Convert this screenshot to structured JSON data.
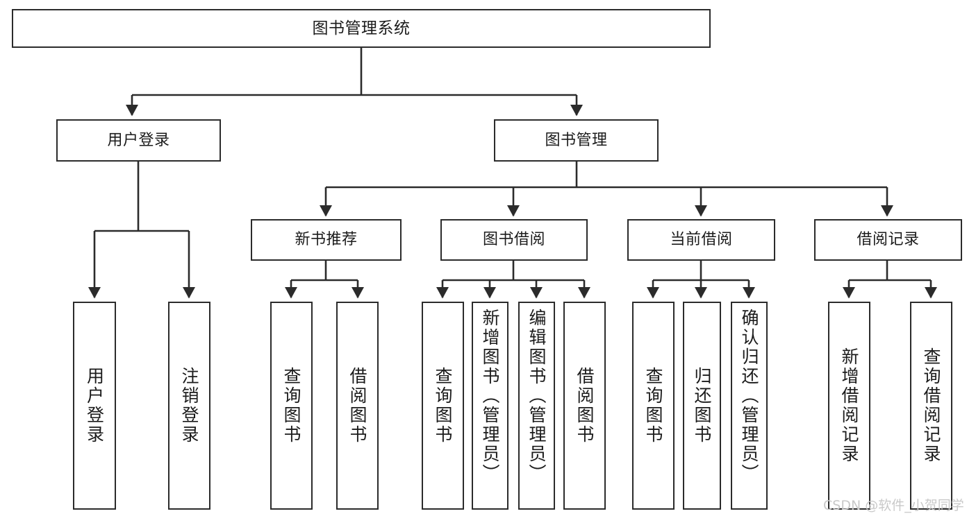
{
  "diagram": {
    "title": "图书管理系统",
    "type": "tree",
    "line_color": "#2b2b2b",
    "box_fill": "#ffffff",
    "background": "#ffffff",
    "watermark": "CSDN @软件_小贺同学"
  },
  "nodes": {
    "root": {
      "label": "图书管理系统",
      "level": 1
    },
    "l2": [
      {
        "id": "user_login",
        "label": "用户登录",
        "level": 2
      },
      {
        "id": "book_manage",
        "label": "图书管理",
        "level": 2
      }
    ],
    "l3": [
      {
        "id": "new_book_rec",
        "label": "新书推荐",
        "level": 3,
        "parent": "book_manage"
      },
      {
        "id": "book_borrow",
        "label": "图书借阅",
        "level": 3,
        "parent": "book_manage"
      },
      {
        "id": "current_borrow",
        "label": "当前借阅",
        "level": 3,
        "parent": "book_manage"
      },
      {
        "id": "borrow_record",
        "label": "借阅记录",
        "level": 3,
        "parent": "book_manage"
      }
    ],
    "leaves": [
      {
        "id": "leaf_user_login",
        "label": "用户登录",
        "parent": "user_login"
      },
      {
        "id": "leaf_logout_login",
        "label": "注销登录",
        "parent": "user_login"
      },
      {
        "id": "leaf_query_book_1",
        "label": "查询图书",
        "parent": "new_book_rec"
      },
      {
        "id": "leaf_borrow_book_1",
        "label": "借阅图书",
        "parent": "new_book_rec"
      },
      {
        "id": "leaf_query_book_2",
        "label": "查询图书",
        "parent": "book_borrow"
      },
      {
        "id": "leaf_add_book",
        "label": "新增图书（管理员）",
        "parent": "book_borrow"
      },
      {
        "id": "leaf_edit_book",
        "label": "编辑图书（管理员）",
        "parent": "book_borrow"
      },
      {
        "id": "leaf_borrow_book_2",
        "label": "借阅图书",
        "parent": "book_borrow"
      },
      {
        "id": "leaf_query_book_3",
        "label": "查询图书",
        "parent": "current_borrow"
      },
      {
        "id": "leaf_return_book",
        "label": "归还图书",
        "parent": "current_borrow"
      },
      {
        "id": "leaf_confirm_return",
        "label": "确认归还（管理员）",
        "parent": "current_borrow"
      },
      {
        "id": "leaf_add_record",
        "label": "新增借阅记录",
        "parent": "borrow_record"
      },
      {
        "id": "leaf_query_record",
        "label": "查询借阅记录",
        "parent": "borrow_record"
      }
    ]
  }
}
